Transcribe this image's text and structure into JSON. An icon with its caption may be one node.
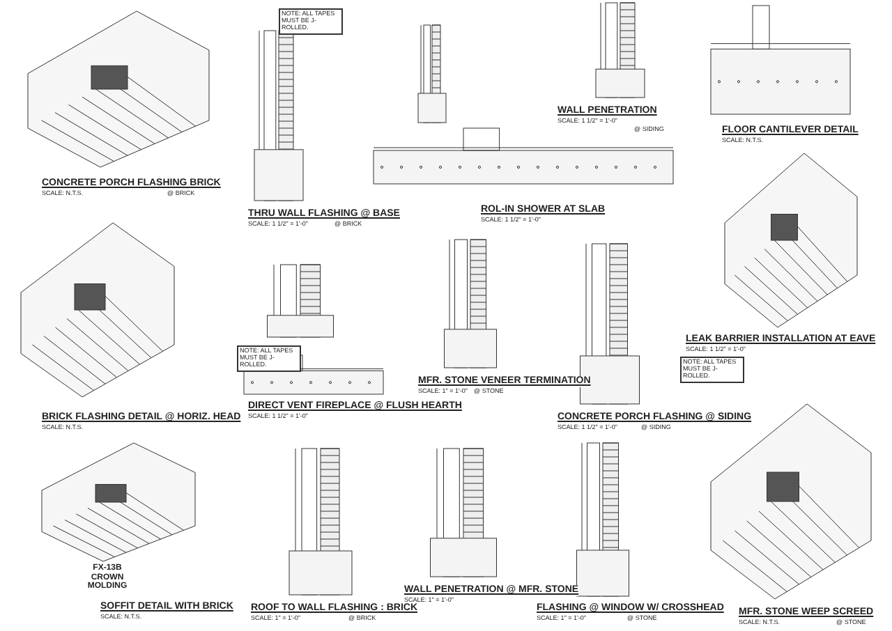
{
  "diagram": {
    "labels": [
      "NOTE: ALL TAPES MUST BE J-ROLLED.",
      "WALL PENETRATION",
      "SCALE: 1 1/2\" = 1'-0\"",
      "@ SIDING",
      "FLOOR CANTILEVER DETAIL",
      "SCALE: N.T.S.",
      "CONCRETE PORCH FLASHING BRICK",
      "SCALE: N.T.S.",
      "@ BRICK",
      "ROL-IN SHOWER AT SLAB",
      "SCALE: 1 1/2\" = 1'-0\"",
      "THRU WALL FLASHING @ BASE",
      "SCALE: 1 1/2\" = 1'-0\"",
      "@ BRICK",
      "NOTE: ALL TAPES MUST BE J-ROLLED.",
      "LEAK BARRIER INSTALLATION AT EAVE",
      "SCALE: 1 1/2\" = 1'-0\"",
      "NOTE: ALL TAPES MUST BE J-ROLLED.",
      "MFR. STONE VENEER TERMINATION",
      "SCALE: 1\" = 1'-0\"",
      "@ STONE",
      "DIRECT VENT FIREPLACE @ FLUSH HEARTH",
      "SCALE: 1 1/2\" = 1'-0\"",
      "BRICK FLASHING DETAIL @ HORIZ. HEAD",
      "SCALE: N.T.S.",
      "CONCRETE PORCH FLASHING @ SIDING",
      "SCALE: 1 1/2\" = 1'-0\"",
      "@ SIDING",
      "WALL PENETRATION @ MFR. STONE",
      "SCALE: 1\" = 1'-0\"",
      "ROOF TO WALL FLASHING : BRICK",
      "SCALE: 1\" = 1'-0\"",
      "@ BRICK",
      "FLASHING @ WINDOW W/ CROSSHEAD",
      "SCALE: 1\" = 1'-0\"",
      "@ STONE",
      "MFR. STONE WEEP SCREED",
      "SCALE: N.T.S.",
      "@ STONE",
      "FX-13B CROWN MOLDING",
      "SOFFIT DETAIL WITH BRICK",
      "SCALE: N.T.S."
    ]
  }
}
